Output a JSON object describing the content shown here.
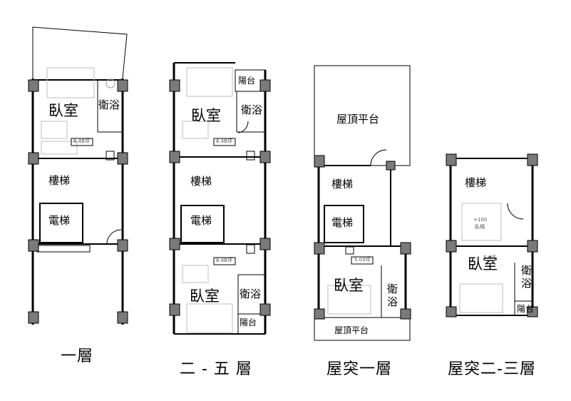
{
  "floors": [
    {
      "caption": "一層",
      "rooms": {
        "bedroom": "臥室",
        "bath": "衛浴",
        "stair": "樓梯",
        "elevator": "電梯"
      },
      "tag": "6.4B坪"
    },
    {
      "caption": "二 - 五 層",
      "rooms": {
        "bedroom_top": "臥室",
        "bath_top": "衛浴",
        "balcony_top": "陽台",
        "stair": "樓梯",
        "elevator": "電梯",
        "bedroom_bottom": "臥室",
        "bath_bottom": "衛浴",
        "balcony_bottom": "陽台"
      },
      "tag_top": "6.4B坪",
      "tag_bottom": "6.4B坪"
    },
    {
      "caption": "屋突一層",
      "rooms": {
        "terrace_top": "屋頂平台",
        "stair": "樓梯",
        "elevator": "電梯",
        "bedroom": "臥室",
        "bath_1": "衛",
        "bath_2": "浴",
        "terrace_bottom": "屋頂平台"
      },
      "tag": "5.03坪"
    },
    {
      "caption": "屋突二-三層",
      "rooms": {
        "stair": "樓梯",
        "bedroom": "臥室",
        "bath_1": "衛",
        "bath_2": "浴",
        "balcony": "陽台"
      },
      "level_mark": "+100",
      "level_note": "臥榻",
      "tag": "5.0坪"
    }
  ],
  "colors": {
    "line": "#000000",
    "column_fill": "#7a7a7a",
    "furniture": "#bdbdbd",
    "background": "#ffffff"
  }
}
